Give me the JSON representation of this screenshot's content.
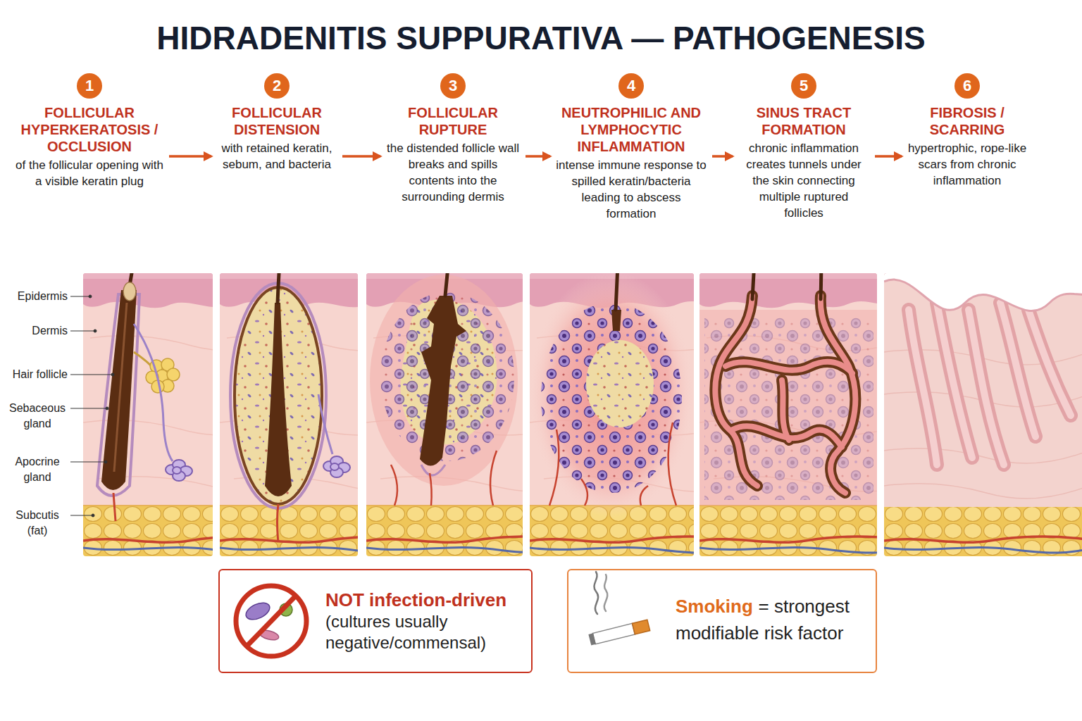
{
  "diagram": {
    "title": "HIDRADENITIS SUPPURATIVA — PATHOGENESIS",
    "nodes": [
      {
        "text": [
          "FOLLICULAR HYPERKERATOSIS / OCCLUSION",
          "of the follicular opening with a visible keratin plug"
        ]
      },
      {
        "text": [
          "1"
        ],
        "in": 0
      },
      {
        "text": [
          "FOLLICULAR DISTENSION",
          "with retained keratin, sebum, and bacteria"
        ]
      },
      {
        "text": [
          "2"
        ],
        "in": 2
      },
      {
        "text": [
          "FOLLICULAR RUPTURE",
          "the distended follicle wall breaks and spills contents into the surrounding dermis"
        ]
      },
      {
        "text": [
          "3"
        ],
        "in": 4
      },
      {
        "text": [
          "NEUTROPHILIC AND LYMPHOCYTIC INFLAMMATION",
          "intense immune response to spilled keratin/bacteria leading to abscess formation"
        ]
      },
      {
        "text": [
          "4"
        ],
        "in": 6
      },
      {
        "text": [
          "SINUS TRACT FORMATION",
          "chronic inflammation creates tunnels under the skin connecting multiple ruptured follicles"
        ]
      },
      {
        "text": [
          "5"
        ],
        "in": 8
      },
      {
        "text": [
          "FIBROSIS / SCARRING",
          "hypertrophic, rope-like scars from chronic inflammation"
        ]
      },
      {
        "text": [
          "6"
        ],
        "in": 10
      },
      {
        "text": [
          "NOT infection-driven",
          "(cultures usually negative/commensal)"
        ]
      },
      {
        "text": [
          "Smoking",
          "= strongest modifiable risk factor"
        ]
      }
    ],
    "edges": [
      {
        "from": 0,
        "to": 2,
        "arrow": "to"
      },
      {
        "from": 2,
        "to": 4,
        "arrow": "to"
      },
      {
        "from": 4,
        "to": 6,
        "arrow": "to"
      },
      {
        "from": 6,
        "to": 8,
        "arrow": "to"
      },
      {
        "from": 8,
        "to": 10,
        "arrow": "to"
      }
    ],
    "labels": [
      "Epidermis",
      "Dermis",
      "Hair follicle",
      "Sebaceous gland",
      "Apocrine gland",
      "Subcutis (fat)"
    ]
  }
}
